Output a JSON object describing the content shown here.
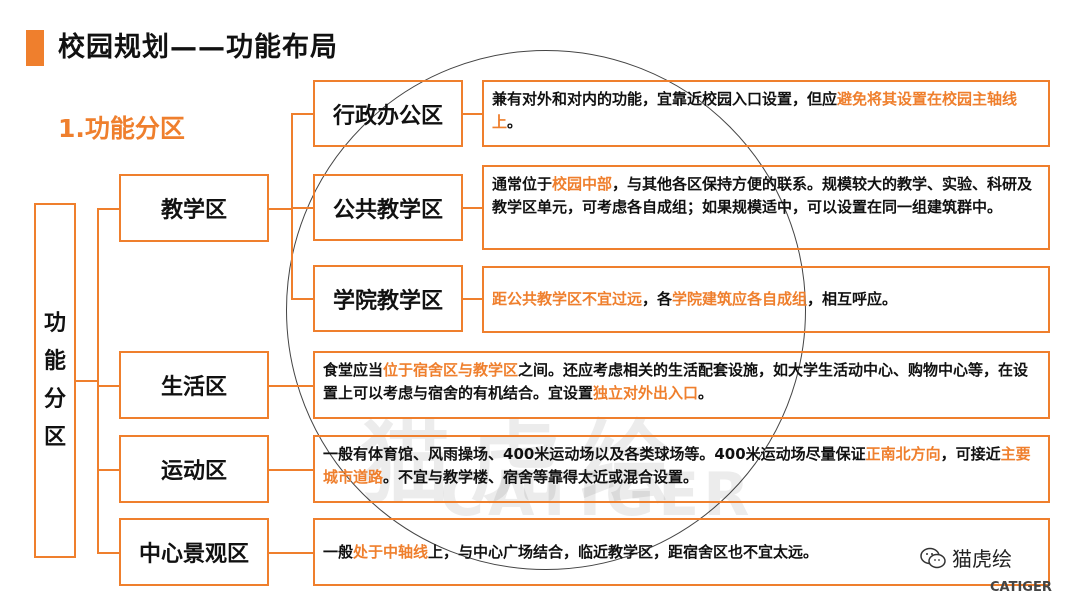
{
  "page": {
    "title": "校园规划——功能布局",
    "subtitle": "1.功能分区"
  },
  "tree": {
    "root": [
      "功",
      "能",
      "分",
      "区"
    ],
    "level1": [
      {
        "label": "教学区"
      },
      {
        "label": "生活区"
      },
      {
        "label": "运动区"
      },
      {
        "label": "中心景观区"
      }
    ],
    "level2": [
      {
        "label": "行政办公区"
      },
      {
        "label": "公共教学区"
      },
      {
        "label": "学院教学区"
      }
    ]
  },
  "descriptions": {
    "admin": [
      {
        "t": "兼有对外和对内的功能，宜靠近校园入口设置，但应",
        "hl": false
      },
      {
        "t": "避免将其设置在校园主轴线上",
        "hl": true
      },
      {
        "t": "。",
        "hl": false
      }
    ],
    "public": [
      {
        "t": "通常位于",
        "hl": false
      },
      {
        "t": "校园中部",
        "hl": true
      },
      {
        "t": "，与其他各区保持方便的联系。规模较大的教学、实验、科研及教学区单元，可考虑各自成组；如果规模适中，可以设置在同一组建筑群中。",
        "hl": false
      }
    ],
    "college": [
      {
        "t": "距公共教学区不宜过远",
        "hl": true
      },
      {
        "t": "，各",
        "hl": false
      },
      {
        "t": "学院建筑应各自成组",
        "hl": true
      },
      {
        "t": "，相互呼应。",
        "hl": false
      }
    ],
    "living": [
      {
        "t": "食堂应当",
        "hl": false
      },
      {
        "t": "位于宿舍区与教学区",
        "hl": true
      },
      {
        "t": "之间。还应考虑相关的生活配套设施，如大学生活动中心、购物中心等，在设置上可以考虑与宿舍的有机结合。宜设置",
        "hl": false
      },
      {
        "t": "独立对外出入口",
        "hl": true
      },
      {
        "t": "。",
        "hl": false
      }
    ],
    "sports": [
      {
        "t": "一般有体育馆、风雨操场、400米运动场以及各类球场等。400米运动场尽量保证",
        "hl": false
      },
      {
        "t": "正南北方向",
        "hl": true
      },
      {
        "t": "，可接近",
        "hl": false
      },
      {
        "t": "主要城市道路",
        "hl": true
      },
      {
        "t": "。不宜与教学楼、宿舍等靠得太近或混合设置。",
        "hl": false
      }
    ],
    "landscape": [
      {
        "t": "一般",
        "hl": false
      },
      {
        "t": "处于中轴线",
        "hl": true
      },
      {
        "t": "上，与中心广场结合，临近教学区，距宿舍区也不宜太远。",
        "hl": false
      }
    ]
  },
  "watermark": {
    "brand_cn": "猫虎绘",
    "brand_en": "CATIGER",
    "wechat_label": "猫虎绘",
    "corner_label": "CATIGER"
  },
  "colors": {
    "accent": "#ef7f2d",
    "text": "#111111"
  }
}
